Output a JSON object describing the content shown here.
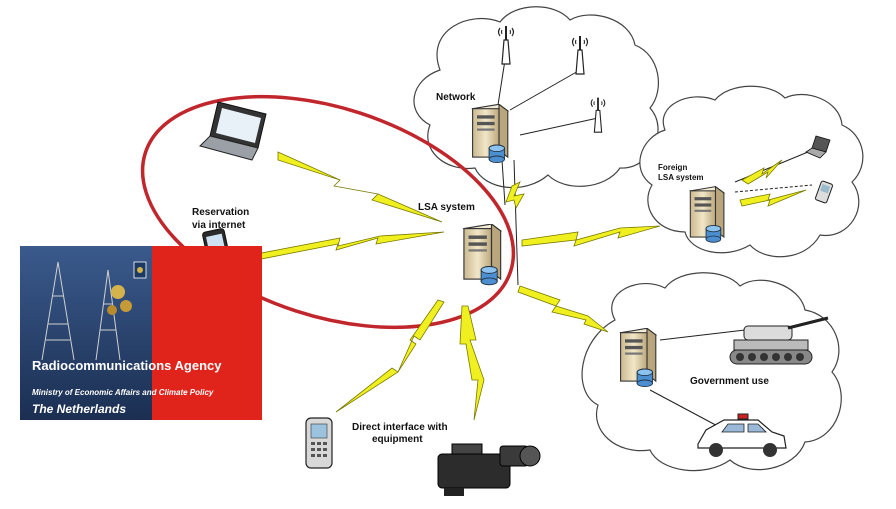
{
  "labels": {
    "network": "Network",
    "lsa_system": "LSA system",
    "foreign_line1": "Foreign",
    "foreign_line2": "LSA system",
    "reservation_line1": "Reservation",
    "reservation_line2": "via internet",
    "direct_line1": "Direct interface with",
    "direct_line2": "equipment",
    "government": "Government use"
  },
  "agency": {
    "title": "Radiocommunications Agency",
    "ministry": "Ministry of Economic Affairs and Climate Policy",
    "country": "The Netherlands"
  },
  "colors": {
    "ellipse": "#c0262c",
    "lightning": "#f0f020",
    "server": "#e8dcc0",
    "banner_red": "#e0241c",
    "banner_blue": "#1d3a63"
  }
}
